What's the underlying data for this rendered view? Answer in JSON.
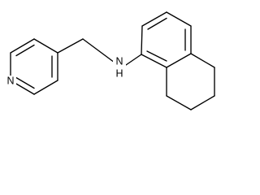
{
  "molecule": {
    "atom_labels": {
      "pyridine_nitrogen": "N",
      "amine_nitrogen": "N",
      "amine_hydrogen": "H"
    },
    "colors": {
      "background": "#ffffff",
      "bond": "#000000",
      "text": "#000000"
    }
  }
}
